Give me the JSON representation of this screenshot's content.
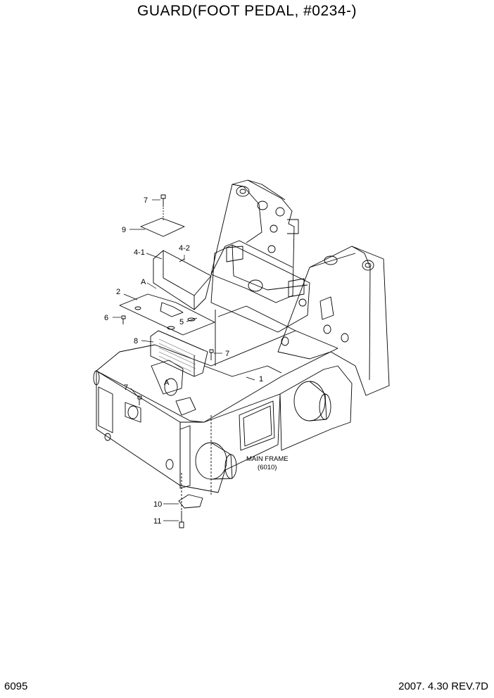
{
  "title": "GUARD(FOOT PEDAL, #0234-)",
  "page_number": "6095",
  "revision": "2007. 4.30  REV.7D",
  "callouts": [
    {
      "id": "c7a",
      "label": "7"
    },
    {
      "id": "c9",
      "label": "9"
    },
    {
      "id": "c41",
      "label": "4-1"
    },
    {
      "id": "c42",
      "label": "4-2"
    },
    {
      "id": "cA1",
      "label": "A"
    },
    {
      "id": "c2",
      "label": "2"
    },
    {
      "id": "c6",
      "label": "6"
    },
    {
      "id": "c5",
      "label": "5"
    },
    {
      "id": "c8",
      "label": "8"
    },
    {
      "id": "c7b",
      "label": "7"
    },
    {
      "id": "c1",
      "label": "1"
    },
    {
      "id": "c7c",
      "label": "7"
    },
    {
      "id": "cA2",
      "label": "A"
    },
    {
      "id": "c10",
      "label": "10"
    },
    {
      "id": "c11",
      "label": "11"
    }
  ],
  "main_frame": {
    "line1": "MAIN FRAME",
    "line2": "(6010)"
  }
}
